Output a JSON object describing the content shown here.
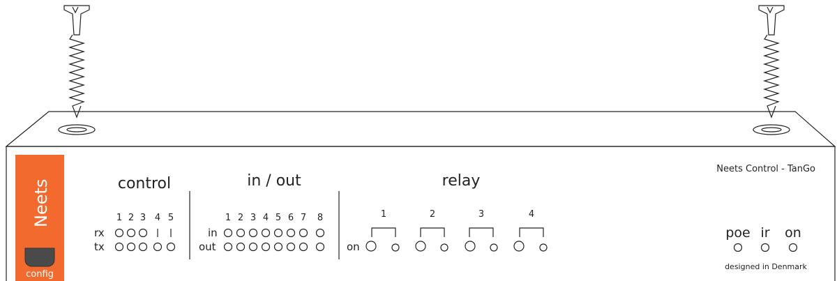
{
  "brand": {
    "logo_text": "Neets",
    "config_label": "config",
    "accent_color": "#f26a2e"
  },
  "device_name": "Neets Control - TanGo",
  "footer_text": "designed in Denmark",
  "control": {
    "title": "control",
    "numbers": [
      "1",
      "2",
      "3",
      "4",
      "5"
    ],
    "rx_label": "rx",
    "tx_label": "tx"
  },
  "inout": {
    "title": "in / out",
    "numbers": [
      "1",
      "2",
      "3",
      "4",
      "5",
      "6",
      "7",
      "8"
    ],
    "in_label": "in",
    "out_label": "out"
  },
  "relay": {
    "title": "relay",
    "numbers": [
      "1",
      "2",
      "3",
      "4"
    ],
    "on_label": "on"
  },
  "status": {
    "poe_label": "poe",
    "ir_label": "ir",
    "on_label": "on"
  }
}
